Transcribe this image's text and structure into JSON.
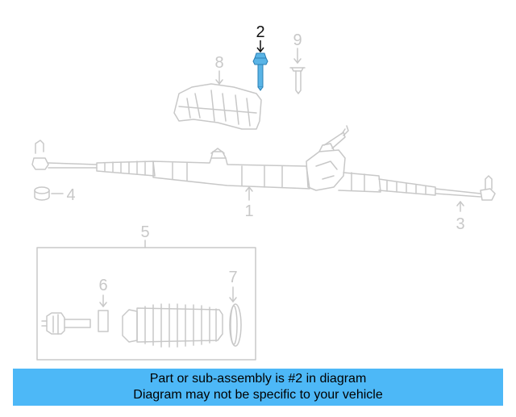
{
  "diagram": {
    "callouts": {
      "c1": "1",
      "c2": "2",
      "c3": "3",
      "c4": "4",
      "c5": "5",
      "c6": "6",
      "c7": "7",
      "c8": "8",
      "c9": "9"
    },
    "highlighted_part": "2",
    "colors": {
      "highlight_part": "#5ab4e6",
      "faded_parts": "#c8c8c8",
      "banner_background": "#4db8f7"
    }
  },
  "banner": {
    "line1": "Part or sub-assembly is #2 in diagram",
    "line2": "Diagram may not be specific to your vehicle"
  }
}
